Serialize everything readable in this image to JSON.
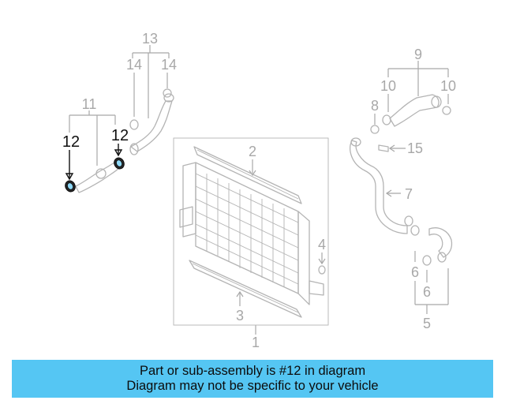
{
  "callouts": {
    "c1": "1",
    "c2": "2",
    "c3": "3",
    "c4": "4",
    "c5": "5",
    "c6a": "6",
    "c6b": "6",
    "c7": "7",
    "c8": "8",
    "c9": "9",
    "c10a": "10",
    "c10b": "10",
    "c11": "11",
    "c12a": "12",
    "c12b": "12",
    "c13": "13",
    "c14a": "14",
    "c14b": "14",
    "c15": "15"
  },
  "banner": {
    "line1": "Part or sub-assembly is #12 in diagram",
    "line2": "Diagram may not be specific to your vehicle"
  },
  "colors": {
    "banner_bg": "#55c6f3",
    "line_art": "#b4b4b4",
    "highlight": "#111111"
  }
}
